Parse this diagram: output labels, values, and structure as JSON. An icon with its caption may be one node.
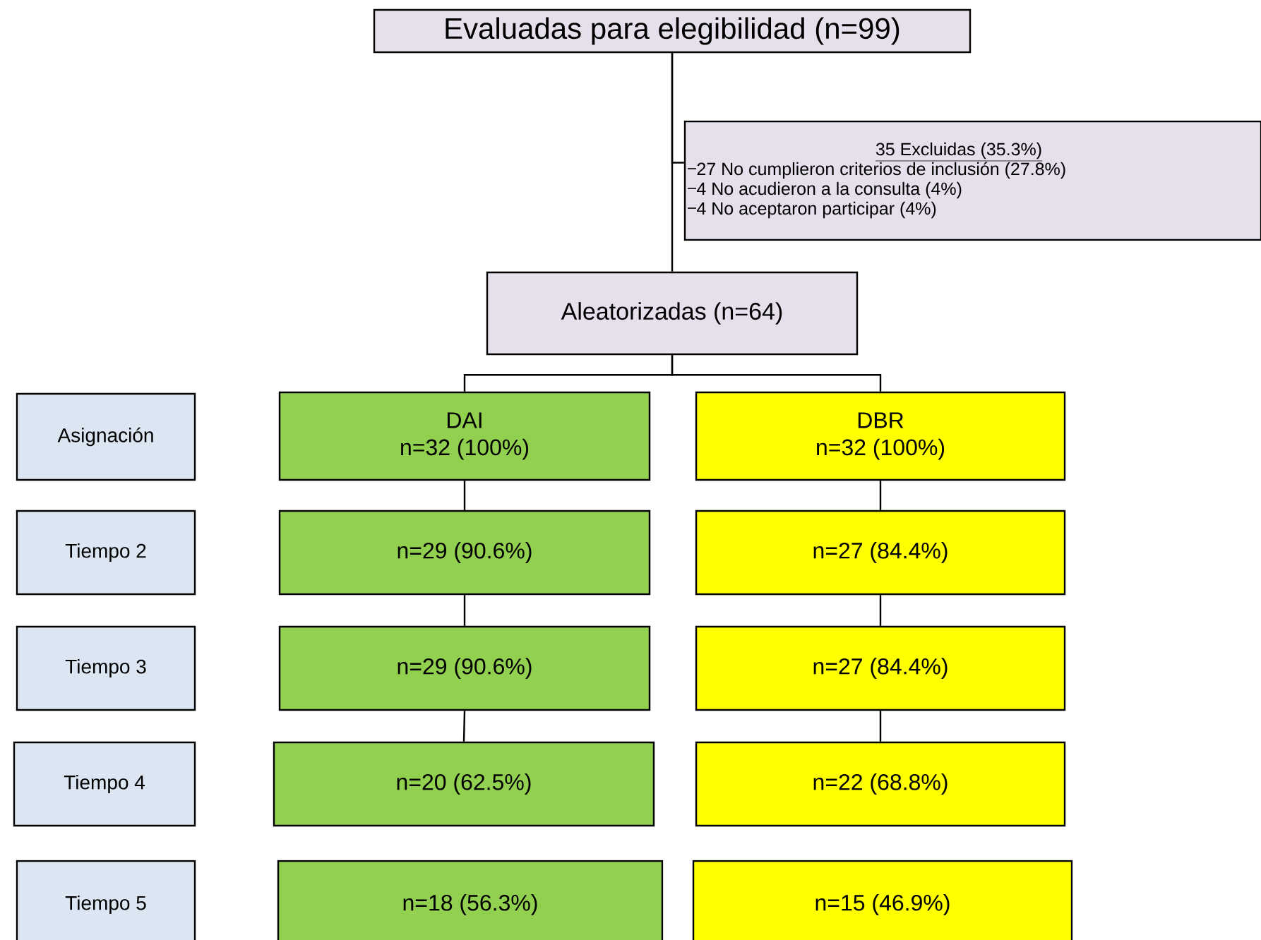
{
  "diagram": {
    "nodes": [
      {
        "text": [
          "Evaluadas para elegibilidad (n=99)"
        ]
      },
      {
        "text": [
          "35 Excluidas (35.3%)",
          "27 No cumplieron criterios de inclusión (27.8%)",
          "4 No acudieron a la consulta (4%)",
          "4 No aceptaron participar (4%)"
        ]
      },
      {
        "text": [
          "Aleatorizadas (n=64)"
        ]
      },
      {
        "text": [
          "Asignación"
        ]
      },
      {
        "text": [
          "DAI",
          "n=32 (100%)"
        ]
      },
      {
        "text": [
          "DBR",
          "n=32 (100%)"
        ]
      },
      {
        "text": [
          "Tiempo 2"
        ]
      },
      {
        "text": [
          "n=29 (90.6%)"
        ]
      },
      {
        "text": [
          "n=27 (84.4%)"
        ]
      },
      {
        "text": [
          "Tiempo 3"
        ]
      },
      {
        "text": [
          "n=29 (90.6%)"
        ]
      },
      {
        "text": [
          "n=27 (84.4%)"
        ]
      },
      {
        "text": [
          "Tiempo 4"
        ]
      },
      {
        "text": [
          "n=20 (62.5%)"
        ]
      },
      {
        "text": [
          "n=22 (68.8%)"
        ]
      },
      {
        "text": [
          "Tiempo 5"
        ]
      },
      {
        "text": [
          "n=18 (56.3%)"
        ]
      },
      {
        "text": [
          "n=15 (46.9%)"
        ]
      }
    ],
    "edges": [
      {
        "from": 0,
        "to": 1,
        "arrow": "none"
      },
      {
        "from": 0,
        "to": 2,
        "arrow": "none"
      },
      {
        "from": 2,
        "to": 4,
        "arrow": "none"
      },
      {
        "from": 2,
        "to": 5,
        "arrow": "none"
      },
      {
        "from": 4,
        "to": 7,
        "arrow": "none"
      },
      {
        "from": 7,
        "to": 10,
        "arrow": "none"
      },
      {
        "from": 10,
        "to": 13,
        "arrow": "none"
      },
      {
        "from": 5,
        "to": 8,
        "arrow": "none"
      },
      {
        "from": 8,
        "to": 11,
        "arrow": "none"
      },
      {
        "from": 11,
        "to": 14,
        "arrow": "none"
      }
    ]
  }
}
